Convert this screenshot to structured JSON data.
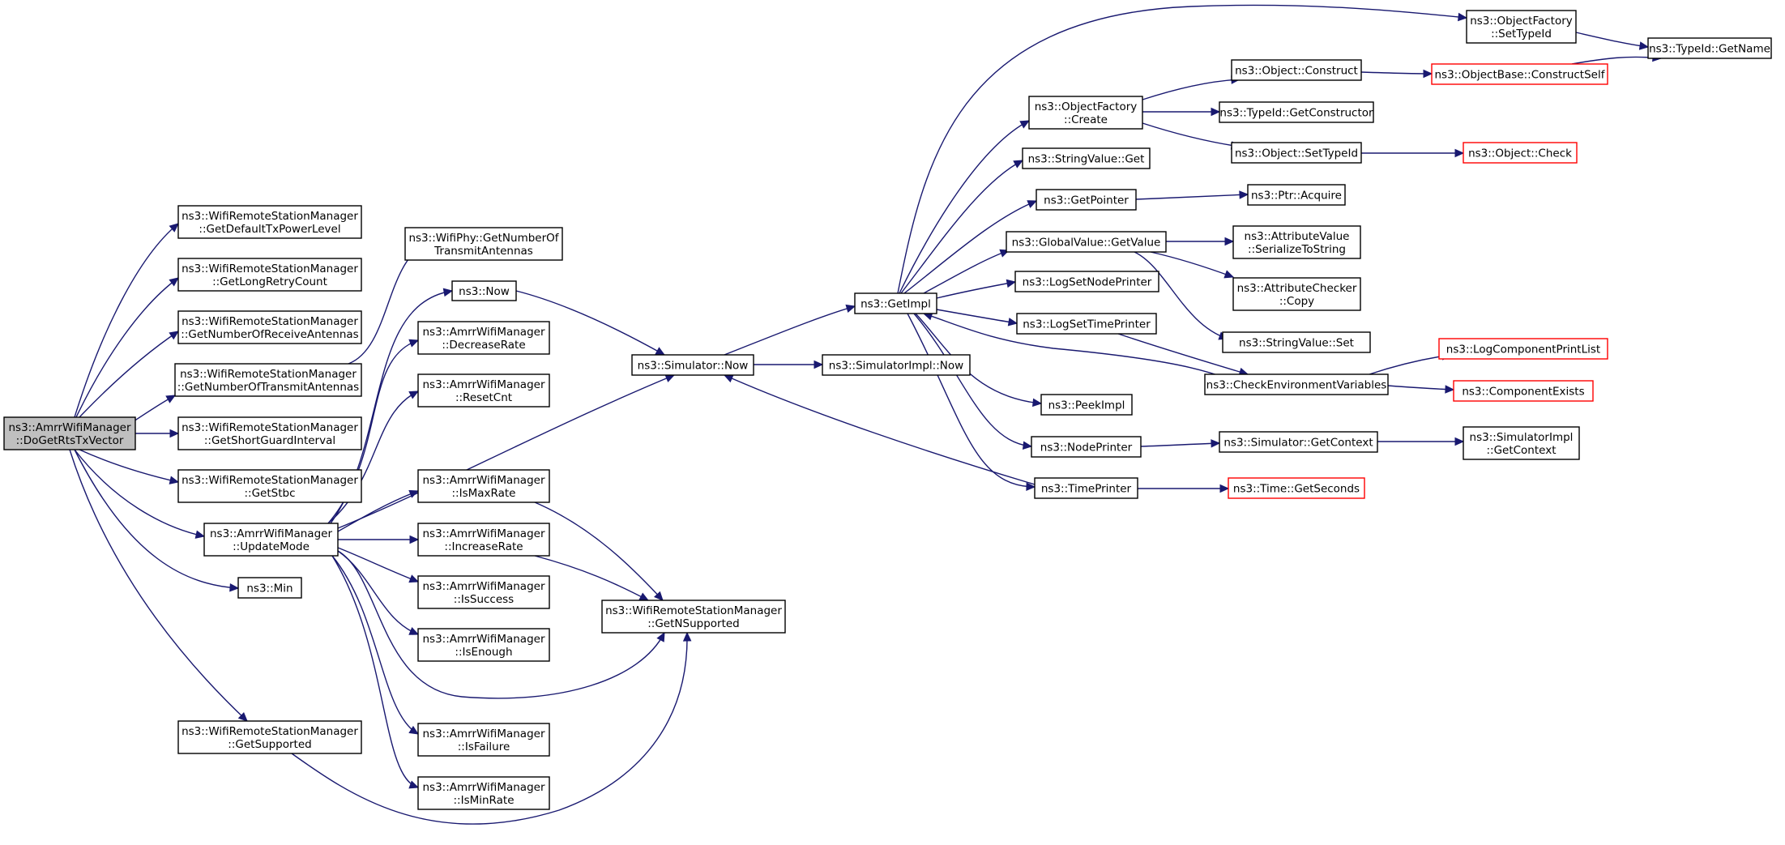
{
  "nodes": {
    "root": {
      "lines": [
        "ns3::AmrrWifiManager",
        "::DoGetRtsTxVector"
      ],
      "truncated": false
    },
    "defpow": {
      "lines": [
        "ns3::WifiRemoteStationManager",
        "::GetDefaultTxPowerLevel"
      ],
      "truncated": false
    },
    "longretry": {
      "lines": [
        "ns3::WifiRemoteStationManager",
        "::GetLongRetryCount"
      ],
      "truncated": false
    },
    "numrx": {
      "lines": [
        "ns3::WifiRemoteStationManager",
        "::GetNumberOfReceiveAntennas"
      ],
      "truncated": false
    },
    "numtx": {
      "lines": [
        "ns3::WifiRemoteStationManager",
        "::GetNumberOfTransmitAntennas"
      ],
      "truncated": false
    },
    "sgi": {
      "lines": [
        "ns3::WifiRemoteStationManager",
        "::GetShortGuardInterval"
      ],
      "truncated": false
    },
    "stbc": {
      "lines": [
        "ns3::WifiRemoteStationManager",
        "::GetStbc"
      ],
      "truncated": false
    },
    "update": {
      "lines": [
        "ns3::AmrrWifiManager",
        "::UpdateMode"
      ],
      "truncated": false
    },
    "min": {
      "lines": [
        "ns3::Min"
      ],
      "truncated": false
    },
    "getsupported": {
      "lines": [
        "ns3::WifiRemoteStationManager",
        "::GetSupported"
      ],
      "truncated": false
    },
    "phytx": {
      "lines": [
        "ns3::WifiPhy::GetNumberOf",
        "TransmitAntennas"
      ],
      "truncated": false
    },
    "now": {
      "lines": [
        "ns3::Now"
      ],
      "truncated": false
    },
    "decrease": {
      "lines": [
        "ns3::AmrrWifiManager",
        "::DecreaseRate"
      ],
      "truncated": false
    },
    "resetcnt": {
      "lines": [
        "ns3::AmrrWifiManager",
        "::ResetCnt"
      ],
      "truncated": false
    },
    "ismax": {
      "lines": [
        "ns3::AmrrWifiManager",
        "::IsMaxRate"
      ],
      "truncated": false
    },
    "increase": {
      "lines": [
        "ns3::AmrrWifiManager",
        "::IncreaseRate"
      ],
      "truncated": false
    },
    "issuccess": {
      "lines": [
        "ns3::AmrrWifiManager",
        "::IsSuccess"
      ],
      "truncated": false
    },
    "isenough": {
      "lines": [
        "ns3::AmrrWifiManager",
        "::IsEnough"
      ],
      "truncated": false
    },
    "isfailure": {
      "lines": [
        "ns3::AmrrWifiManager",
        "::IsFailure"
      ],
      "truncated": false
    },
    "ismin": {
      "lines": [
        "ns3::AmrrWifiManager",
        "::IsMinRate"
      ],
      "truncated": false
    },
    "simnow": {
      "lines": [
        "ns3::Simulator::Now"
      ],
      "truncated": false
    },
    "nsupported": {
      "lines": [
        "ns3::WifiRemoteStationManager",
        "::GetNSupported"
      ],
      "truncated": false
    },
    "getimpl": {
      "lines": [
        "ns3::GetImpl"
      ],
      "truncated": false
    },
    "simimplnow": {
      "lines": [
        "ns3::SimulatorImpl::Now"
      ],
      "truncated": false
    },
    "ofcreate": {
      "lines": [
        "ns3::ObjectFactory",
        "::Create"
      ],
      "truncated": false
    },
    "strget": {
      "lines": [
        "ns3::StringValue::Get"
      ],
      "truncated": false
    },
    "getpointer": {
      "lines": [
        "ns3::GetPointer"
      ],
      "truncated": false
    },
    "gvget": {
      "lines": [
        "ns3::GlobalValue::GetValue"
      ],
      "truncated": false
    },
    "lognode": {
      "lines": [
        "ns3::LogSetNodePrinter"
      ],
      "truncated": false
    },
    "logtime": {
      "lines": [
        "ns3::LogSetTimePrinter"
      ],
      "truncated": false
    },
    "peek": {
      "lines": [
        "ns3::PeekImpl"
      ],
      "truncated": false
    },
    "nodeprinter": {
      "lines": [
        "ns3::NodePrinter"
      ],
      "truncated": false
    },
    "timeprinter": {
      "lines": [
        "ns3::TimePrinter"
      ],
      "truncated": false
    },
    "ofsettid": {
      "lines": [
        "ns3::ObjectFactory",
        "::SetTypeId"
      ],
      "truncated": false
    },
    "objconstruct": {
      "lines": [
        "ns3::Object::Construct"
      ],
      "truncated": false
    },
    "getctor": {
      "lines": [
        "ns3::TypeId::GetConstructor"
      ],
      "truncated": false
    },
    "objsettid": {
      "lines": [
        "ns3::Object::SetTypeId"
      ],
      "truncated": false
    },
    "ptracquire": {
      "lines": [
        "ns3::Ptr::Acquire"
      ],
      "truncated": false
    },
    "avser": {
      "lines": [
        "ns3::AttributeValue",
        "::SerializeToString"
      ],
      "truncated": false
    },
    "accopy": {
      "lines": [
        "ns3::AttributeChecker",
        "::Copy"
      ],
      "truncated": false
    },
    "strset": {
      "lines": [
        "ns3::StringValue::Set"
      ],
      "truncated": false
    },
    "checkenv": {
      "lines": [
        "ns3::CheckEnvironmentVariables"
      ],
      "truncated": false
    },
    "simgetctx": {
      "lines": [
        "ns3::Simulator::GetContext"
      ],
      "truncated": false
    },
    "timegetsec": {
      "lines": [
        "ns3::Time::GetSeconds"
      ],
      "truncated": true
    },
    "tidgetname": {
      "lines": [
        "ns3::TypeId::GetName"
      ],
      "truncated": false
    },
    "obconstructself": {
      "lines": [
        "ns3::ObjectBase::ConstructSelf"
      ],
      "truncated": true
    },
    "objcheck": {
      "lines": [
        "ns3::Object::Check"
      ],
      "truncated": true
    },
    "logcomp": {
      "lines": [
        "ns3::LogComponentPrintList"
      ],
      "truncated": true
    },
    "compexists": {
      "lines": [
        "ns3::ComponentExists"
      ],
      "truncated": true
    },
    "simimplctx": {
      "lines": [
        "ns3::SimulatorImpl",
        "::GetContext"
      ],
      "truncated": false
    }
  },
  "edges": [
    [
      "root",
      "defpow"
    ],
    [
      "root",
      "longretry"
    ],
    [
      "root",
      "numrx"
    ],
    [
      "root",
      "numtx"
    ],
    [
      "root",
      "sgi"
    ],
    [
      "root",
      "stbc"
    ],
    [
      "root",
      "update"
    ],
    [
      "root",
      "min"
    ],
    [
      "root",
      "getsupported"
    ],
    [
      "numtx",
      "phytx"
    ],
    [
      "update",
      "now"
    ],
    [
      "update",
      "decrease"
    ],
    [
      "update",
      "resetcnt"
    ],
    [
      "update",
      "simnow"
    ],
    [
      "update",
      "ismax"
    ],
    [
      "update",
      "increase"
    ],
    [
      "update",
      "issuccess"
    ],
    [
      "update",
      "isenough"
    ],
    [
      "update",
      "nsupported"
    ],
    [
      "update",
      "isfailure"
    ],
    [
      "update",
      "ismin"
    ],
    [
      "getsupported",
      "nsupported"
    ],
    [
      "now",
      "simnow"
    ],
    [
      "ismax",
      "nsupported"
    ],
    [
      "increase",
      "nsupported"
    ],
    [
      "simnow",
      "getimpl"
    ],
    [
      "simnow",
      "simimplnow"
    ],
    [
      "getimpl",
      "ofsettid"
    ],
    [
      "getimpl",
      "ofcreate"
    ],
    [
      "getimpl",
      "strget"
    ],
    [
      "getimpl",
      "getpointer"
    ],
    [
      "getimpl",
      "gvget"
    ],
    [
      "getimpl",
      "lognode"
    ],
    [
      "getimpl",
      "logtime"
    ],
    [
      "getimpl",
      "peek"
    ],
    [
      "getimpl",
      "nodeprinter"
    ],
    [
      "getimpl",
      "timeprinter"
    ],
    [
      "ofcreate",
      "objconstruct"
    ],
    [
      "ofcreate",
      "getctor"
    ],
    [
      "ofcreate",
      "objsettid"
    ],
    [
      "getpointer",
      "ptracquire"
    ],
    [
      "gvget",
      "avser"
    ],
    [
      "gvget",
      "accopy"
    ],
    [
      "gvget",
      "strset"
    ],
    [
      "logtime",
      "checkenv"
    ],
    [
      "nodeprinter",
      "simgetctx"
    ],
    [
      "timeprinter",
      "timegetsec"
    ],
    [
      "timeprinter",
      "simnow"
    ],
    [
      "ofsettid",
      "tidgetname"
    ],
    [
      "objconstruct",
      "obconstructself"
    ],
    [
      "obconstructself",
      "tidgetname"
    ],
    [
      "objsettid",
      "objcheck"
    ],
    [
      "checkenv",
      "logcomp"
    ],
    [
      "checkenv",
      "compexists"
    ],
    [
      "checkenv",
      "getimpl"
    ],
    [
      "simgetctx",
      "simimplctx"
    ]
  ]
}
